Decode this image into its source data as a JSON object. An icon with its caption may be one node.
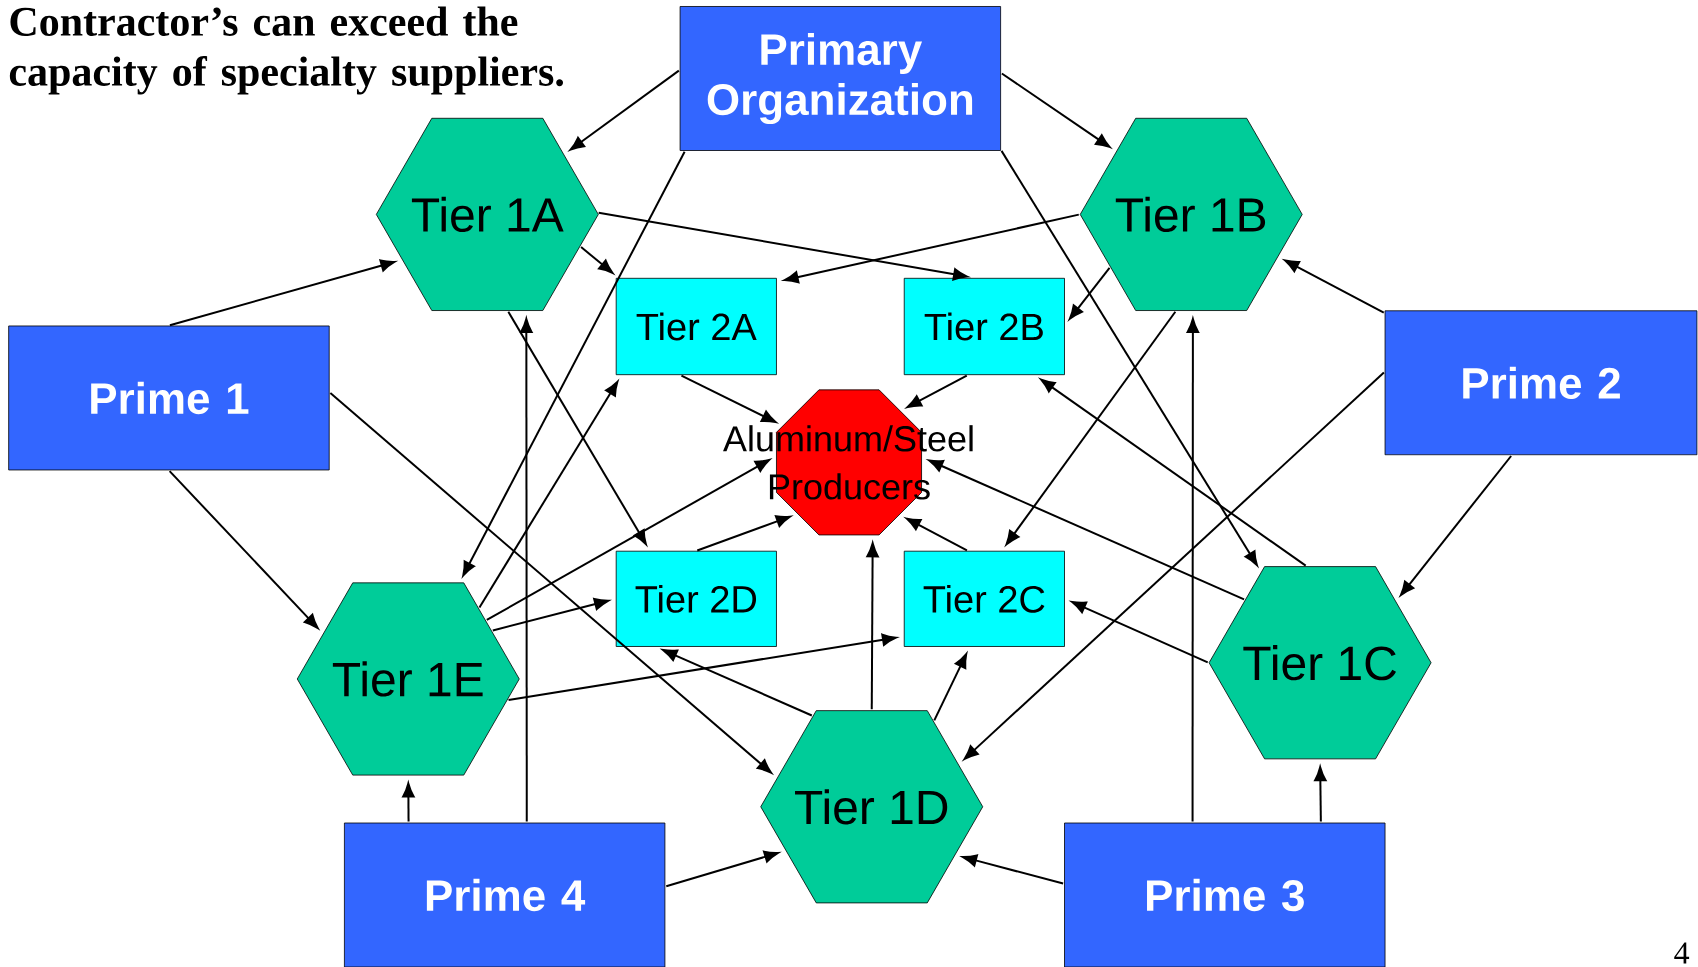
{
  "diagram": {
    "nodes": [
      {
        "text": [
          "Primary Organization"
        ]
      },
      {
        "text": [
          "Tier 1A"
        ]
      },
      {
        "text": [
          "Tier 1B"
        ]
      },
      {
        "text": [
          "Prime 1"
        ]
      },
      {
        "text": [
          "Tier 2A"
        ]
      },
      {
        "text": [
          "Tier 2B"
        ]
      },
      {
        "text": [
          "Prime 2"
        ]
      },
      {
        "text": [
          "Aluminum/Steel Producers"
        ]
      },
      {
        "text": [
          "Tier 2D"
        ]
      },
      {
        "text": [
          "Tier 2C"
        ]
      },
      {
        "text": [
          "Tier 1E"
        ]
      },
      {
        "text": [
          "Tier 1C"
        ]
      },
      {
        "text": [
          "Tier 1D"
        ]
      },
      {
        "text": [
          "Prime 4"
        ]
      },
      {
        "text": [
          "Prime 3"
        ]
      }
    ],
    "edges": [
      {
        "from": 0,
        "to": 1,
        "arrow": "to"
      },
      {
        "from": 0,
        "to": 2,
        "arrow": "to"
      },
      {
        "from": 0,
        "to": 10,
        "arrow": "to"
      },
      {
        "from": 0,
        "to": 11,
        "arrow": "to"
      },
      {
        "from": 3,
        "to": 1,
        "arrow": "to"
      },
      {
        "from": 3,
        "to": 10,
        "arrow": "to"
      },
      {
        "from": 3,
        "to": 12,
        "arrow": "to"
      },
      {
        "from": 1,
        "to": 4,
        "arrow": "to"
      },
      {
        "from": 1,
        "to": 5,
        "arrow": "to"
      },
      {
        "from": 1,
        "to": 8,
        "arrow": "to"
      },
      {
        "from": 2,
        "to": 4,
        "arrow": "to"
      },
      {
        "from": 2,
        "to": 5,
        "arrow": "to"
      },
      {
        "from": 2,
        "to": 9,
        "arrow": "to"
      },
      {
        "from": 6,
        "to": 2,
        "arrow": "to"
      },
      {
        "from": 6,
        "to": 11,
        "arrow": "to"
      },
      {
        "from": 6,
        "to": 12,
        "arrow": "to"
      },
      {
        "from": 4,
        "to": 7,
        "arrow": "to"
      },
      {
        "from": 5,
        "to": 7,
        "arrow": "to"
      },
      {
        "from": 8,
        "to": 7,
        "arrow": "to"
      },
      {
        "from": 9,
        "to": 7,
        "arrow": "to"
      },
      {
        "from": 10,
        "to": 4,
        "arrow": "to"
      },
      {
        "from": 10,
        "to": 7,
        "arrow": "to"
      },
      {
        "from": 10,
        "to": 8,
        "arrow": "to"
      },
      {
        "from": 10,
        "to": 9,
        "arrow": "to"
      },
      {
        "from": 11,
        "to": 5,
        "arrow": "to"
      },
      {
        "from": 11,
        "to": 7,
        "arrow": "to"
      },
      {
        "from": 11,
        "to": 9,
        "arrow": "to"
      },
      {
        "from": 12,
        "to": 7,
        "arrow": "to"
      },
      {
        "from": 12,
        "to": 8,
        "arrow": "to"
      },
      {
        "from": 12,
        "to": 9,
        "arrow": "to"
      },
      {
        "from": 13,
        "to": 10,
        "arrow": "to"
      },
      {
        "from": 13,
        "to": 1,
        "arrow": "to"
      },
      {
        "from": 13,
        "to": 12,
        "arrow": "to"
      },
      {
        "from": 14,
        "to": 12,
        "arrow": "to"
      },
      {
        "from": 14,
        "to": 11,
        "arrow": "to"
      },
      {
        "from": 14,
        "to": 2,
        "arrow": "to"
      }
    ],
    "labels": [
      "Contractor’s can exceed the capacity of specialty suppliers.",
      "4"
    ]
  }
}
